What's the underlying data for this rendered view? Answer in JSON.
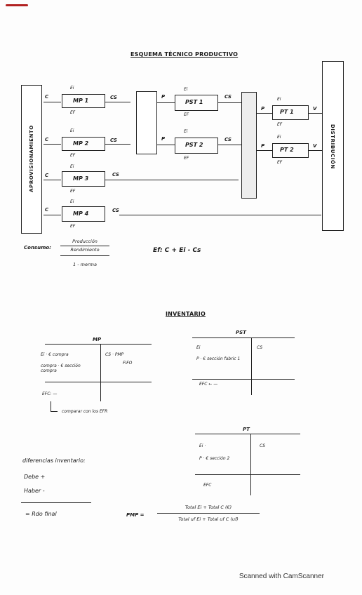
{
  "scheme": {
    "title": "ESQUEMA TÉCNICO PRODUCTIVO",
    "left_box": "APROVISIONAMIENTO",
    "right_box": "DISTRIBUCIÓN",
    "mp_nodes": [
      "MP 1",
      "MP 2",
      "MP 3",
      "MP 4"
    ],
    "pst_nodes": [
      "PST 1",
      "PST 2"
    ],
    "pt_nodes": [
      "PT 1",
      "PT 2"
    ],
    "labels": {
      "c": "C",
      "ei": "Ei",
      "ef": "EF",
      "cs": "CS",
      "p": "P",
      "v": "V"
    },
    "consumo_label": "Consumo:",
    "consumo_num": "Producción",
    "consumo_den": "Rendimiento",
    "consumo_den2": "1 - merma",
    "formula": "Ef: C + Ei - Cs"
  },
  "inventario": {
    "title": "INVENTARIO",
    "mp": {
      "header": "MP",
      "left_rows": [
        "Ei · € compra",
        "compra · € sección compra"
      ],
      "right_rows": [
        "CS · PMP",
        "FIFO"
      ],
      "efc": "EFC: —",
      "note": "comparar con los EFR"
    },
    "pst": {
      "header": "PST",
      "left_rows": [
        "Ei",
        "P · € sección fabric 1"
      ],
      "right_rows": [
        "CS"
      ],
      "efc": "EFC ← —"
    },
    "pt": {
      "header": "PT",
      "left_rows": [
        "Ei ·",
        "P · € sección 2"
      ],
      "right_rows": [
        "CS"
      ],
      "efc": "EFC"
    },
    "diferencias": {
      "title": "diferencias inventario:",
      "debe": "Debe +",
      "haber": "Haber -",
      "result": "= Rdo final"
    },
    "pmp": {
      "label": "PMP =",
      "num": "Total Ei + Total C (€)",
      "den": "Total uf Ei + Total uf C (uf)"
    }
  },
  "footer": {
    "scanner": "Scanned with CamScanner"
  }
}
